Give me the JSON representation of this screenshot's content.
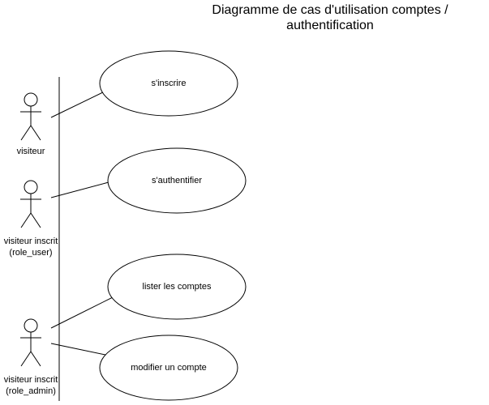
{
  "title": {
    "line1": "Diagramme de cas d'utilisation comptes /",
    "line2": "authentification"
  },
  "actors": [
    {
      "id": "visiteur",
      "lines": [
        "visiteur"
      ]
    },
    {
      "id": "visiteur-inscrit-user",
      "lines": [
        "visiteur inscrit",
        "(role_user)"
      ]
    },
    {
      "id": "visiteur-inscrit-admin",
      "lines": [
        "visiteur inscrit",
        "(role_admin)"
      ]
    }
  ],
  "use_cases": [
    {
      "id": "sinscrire",
      "label": "s'inscrire"
    },
    {
      "id": "sauthentifier",
      "label": "s'authentifier"
    },
    {
      "id": "lister-comptes",
      "label": "lister les comptes"
    },
    {
      "id": "modifier-compte",
      "label": "modifier un compte"
    }
  ],
  "associations": [
    {
      "actor": "visiteur",
      "use_case": "sinscrire"
    },
    {
      "actor": "visiteur-inscrit-user",
      "use_case": "sauthentifier"
    },
    {
      "actor": "visiteur-inscrit-admin",
      "use_case": "lister-comptes"
    },
    {
      "actor": "visiteur-inscrit-admin",
      "use_case": "modifier-compte"
    }
  ]
}
